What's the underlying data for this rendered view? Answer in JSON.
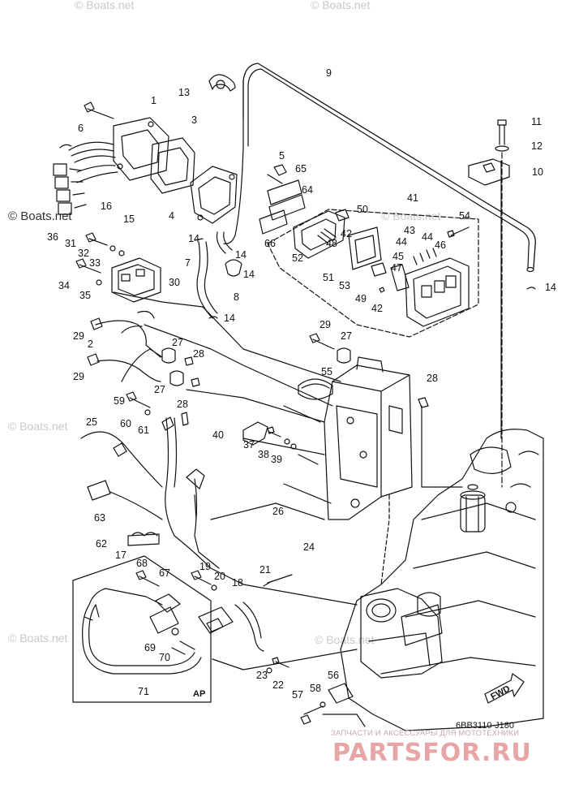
{
  "watermarks": [
    "© Boats.net",
    "© Boats.net",
    "© Boats.net",
    "© Boats.net",
    "© Boats.net",
    "© Boats.net",
    "© Boats.net"
  ],
  "diagram_code": "6BB3110-J180",
  "brand_line": "ЗАПЧАСТИ И АКСЕССУАРЫ ДЛЯ МОТОТЕХНИКИ",
  "brand_logo": "PARTSFOR.RU",
  "tags": {
    "ap": "AP",
    "fwd": "FWD"
  },
  "callouts": [
    {
      "n": "1"
    },
    {
      "n": "2"
    },
    {
      "n": "3"
    },
    {
      "n": "4"
    },
    {
      "n": "5"
    },
    {
      "n": "6"
    },
    {
      "n": "7"
    },
    {
      "n": "8"
    },
    {
      "n": "9"
    },
    {
      "n": "10"
    },
    {
      "n": "11"
    },
    {
      "n": "12"
    },
    {
      "n": "13"
    },
    {
      "n": "14"
    },
    {
      "n": "14"
    },
    {
      "n": "14"
    },
    {
      "n": "14"
    },
    {
      "n": "14"
    },
    {
      "n": "15"
    },
    {
      "n": "16"
    },
    {
      "n": "17"
    },
    {
      "n": "18"
    },
    {
      "n": "19"
    },
    {
      "n": "20"
    },
    {
      "n": "21"
    },
    {
      "n": "22"
    },
    {
      "n": "23"
    },
    {
      "n": "24"
    },
    {
      "n": "25"
    },
    {
      "n": "26"
    },
    {
      "n": "27"
    },
    {
      "n": "27"
    },
    {
      "n": "27"
    },
    {
      "n": "28"
    },
    {
      "n": "28"
    },
    {
      "n": "28"
    },
    {
      "n": "29"
    },
    {
      "n": "29"
    },
    {
      "n": "29"
    },
    {
      "n": "30"
    },
    {
      "n": "31"
    },
    {
      "n": "32"
    },
    {
      "n": "33"
    },
    {
      "n": "34"
    },
    {
      "n": "35"
    },
    {
      "n": "36"
    },
    {
      "n": "37"
    },
    {
      "n": "38"
    },
    {
      "n": "39"
    },
    {
      "n": "40"
    },
    {
      "n": "41"
    },
    {
      "n": "42"
    },
    {
      "n": "42"
    },
    {
      "n": "43"
    },
    {
      "n": "44"
    },
    {
      "n": "44"
    },
    {
      "n": "45"
    },
    {
      "n": "46"
    },
    {
      "n": "47"
    },
    {
      "n": "48"
    },
    {
      "n": "49"
    },
    {
      "n": "50"
    },
    {
      "n": "51"
    },
    {
      "n": "52"
    },
    {
      "n": "53"
    },
    {
      "n": "54"
    },
    {
      "n": "55"
    },
    {
      "n": "56"
    },
    {
      "n": "57"
    },
    {
      "n": "58"
    },
    {
      "n": "59"
    },
    {
      "n": "60"
    },
    {
      "n": "61"
    },
    {
      "n": "62"
    },
    {
      "n": "63"
    },
    {
      "n": "64"
    },
    {
      "n": "65"
    },
    {
      "n": "66"
    },
    {
      "n": "67"
    },
    {
      "n": "68"
    },
    {
      "n": "69"
    },
    {
      "n": "70"
    },
    {
      "n": "71"
    }
  ]
}
